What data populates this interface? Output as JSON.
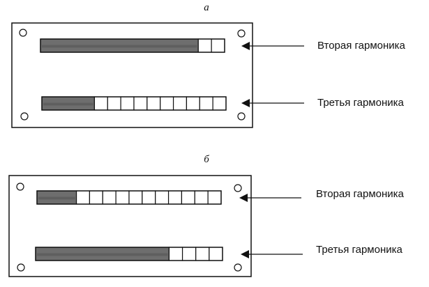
{
  "panels": [
    {
      "label": "а",
      "rows": [
        {
          "caption": "Вторая гармоника",
          "total_segments": 14,
          "filled_segments": 12
        },
        {
          "caption": "Третья гармоника",
          "total_segments": 14,
          "filled_segments": 4
        }
      ]
    },
    {
      "label": "б",
      "rows": [
        {
          "caption": "Вторая гармоника",
          "total_segments": 14,
          "filled_segments": 3
        },
        {
          "caption": "Третья гармоника",
          "total_segments": 14,
          "filled_segments": 10
        }
      ]
    }
  ],
  "colors": {
    "fill": "#6e6e6e",
    "fill_dark": "#4f4f4f",
    "segment_empty": "#ffffff",
    "stroke": "#111111"
  }
}
